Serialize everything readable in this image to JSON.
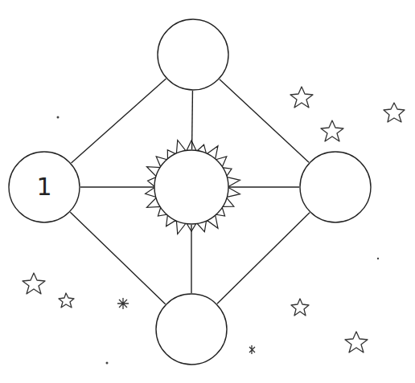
{
  "diagram": {
    "nodes": [
      {
        "text": []
      },
      {
        "text": [
          "1"
        ]
      },
      {
        "text": []
      },
      {
        "text": []
      },
      {
        "text": []
      }
    ],
    "edges": [
      {
        "from": 0,
        "to": 1,
        "arrow": "none"
      },
      {
        "from": 0,
        "to": 3,
        "arrow": "none"
      },
      {
        "from": 1,
        "to": 4,
        "arrow": "none"
      },
      {
        "from": 3,
        "to": 4,
        "arrow": "none"
      },
      {
        "from": 0,
        "to": 2,
        "arrow": "none"
      },
      {
        "from": 1,
        "to": 2,
        "arrow": "none"
      },
      {
        "from": 2,
        "to": 3,
        "arrow": "none"
      },
      {
        "from": 2,
        "to": 4,
        "arrow": "none"
      }
    ]
  }
}
